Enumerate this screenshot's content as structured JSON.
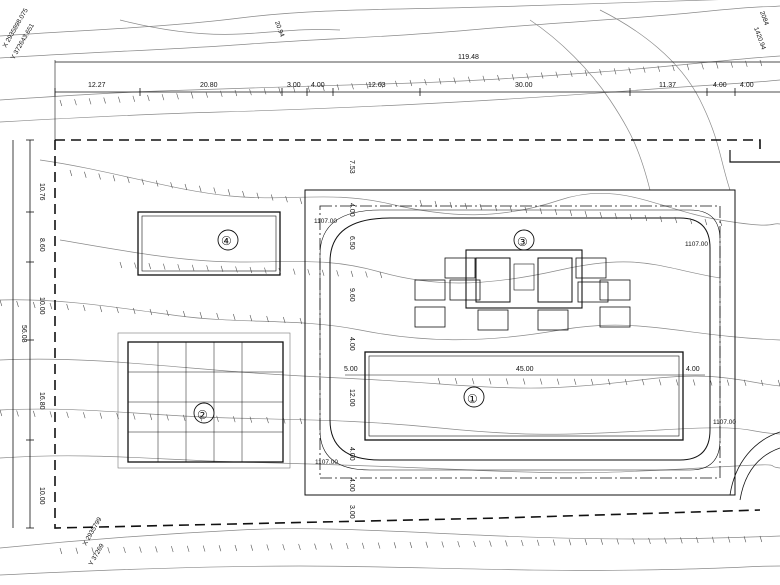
{
  "drawing": {
    "top_dims": [
      "119.48",
      "12.27",
      "20.80",
      "3.00",
      "4.00",
      "12.63",
      "30.00",
      "11.37",
      "4.00",
      "4.00"
    ],
    "left_dims": [
      "10.76",
      "8.60",
      "10.00",
      "56.08",
      "16.80",
      "10.00"
    ],
    "inner_v_dims": [
      "7.53",
      "4.00",
      "6.50",
      "9.60",
      "4.00",
      "12.00",
      "4.00",
      "4.00",
      "3.00"
    ],
    "inner_h_dims": [
      "5.00",
      "45.00",
      "4.00"
    ],
    "elevations": [
      "1107.00",
      "1107.00",
      "1107.00",
      "1107.00"
    ],
    "building_labels": [
      "①",
      "②",
      "③",
      "④"
    ],
    "coordinates": [
      "X 2935898.075",
      "Y 372643.651",
      "X 2935799",
      "Y 37269"
    ],
    "contour_labels": [
      "20.94",
      "1420.94",
      "2084"
    ]
  }
}
